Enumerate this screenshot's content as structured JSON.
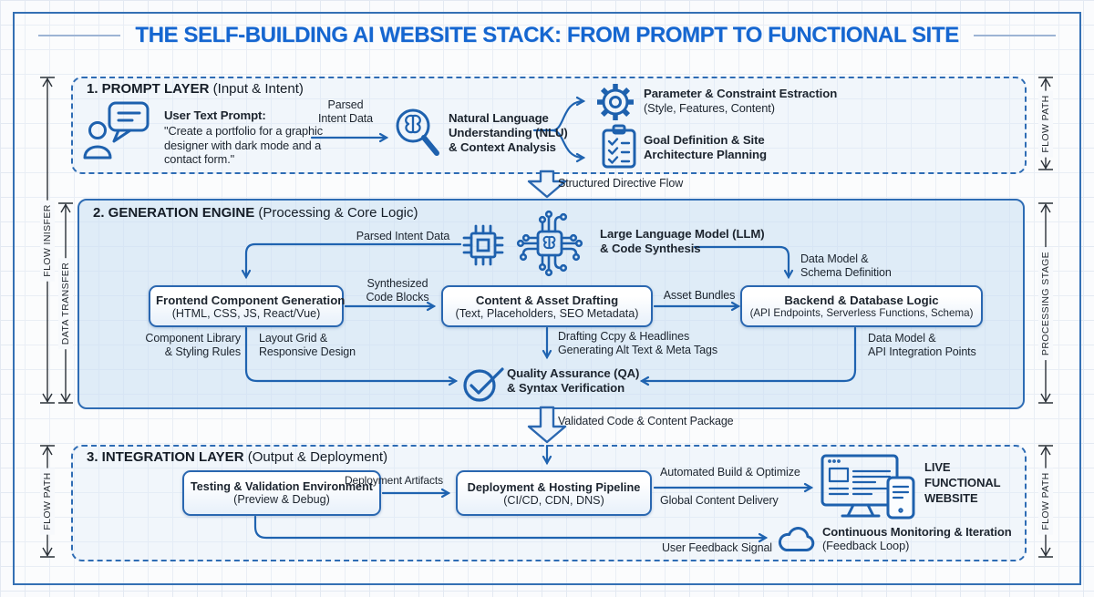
{
  "title": "THE SELF-BUILDING AI WEBSITE STACK: FROM PROMPT TO FUNCTIONAL SITE",
  "colors": {
    "accent_blue": "#1f63b0",
    "title_blue": "#1566d0",
    "engine_fill": "#d9e8f7",
    "ink": "#1c242e"
  },
  "layer1": {
    "heading_bold": "1. PROMPT LAYER",
    "heading_rest": " (Input & Intent)",
    "user_prompt_title": "User Text Prompt:",
    "user_prompt_text": "\"Create a portfolio for a graphic designer with dark mode and a contact form.\"",
    "parsed_arrow_label": "Parsed\nIntent Data",
    "nlu_title": "Natural Language\nUnderstanding (NLU)\n& Context Analysis",
    "branch_parameter_title": "Parameter & Constraint Estraction",
    "branch_parameter_sub": "(Style, Features, Content)",
    "branch_goal_title": "Goal Definition & Site\nArchitecture Planning"
  },
  "flow_prompt_to_engine": "Structured Directive Flow",
  "layer2": {
    "heading_bold": "2. GENERATION ENGINE",
    "heading_rest": " (Processing & Core Logic)",
    "parsed_intent_label": "Parsed Intent Data",
    "llm_title": "Large Language Model (LLM)\n& Code Synthesis",
    "schema_label": "Data Model &\nSchema Definition",
    "frontend_box": {
      "title": "Frontend Component Generation",
      "subtitle": "(HTML, CSS, JS, React/Vue)"
    },
    "content_box": {
      "title": "Content & Asset Drafting",
      "subtitle": "(Text, Placeholders, SEO Metadata)"
    },
    "backend_box": {
      "title": "Backend & Database Logic",
      "subtitle": "(API Endpoints, Serverless Functions, Schema)"
    },
    "synthesized_label": "Synthesized\nCode Blocks",
    "asset_bundles_label": "Asset Bundles",
    "component_library_note": "Component Library\n& Styling Rules",
    "layout_grid_note": "Layout Grid &\nResponsive Design",
    "drafting_note": "Drafting Ccpy & Headlines\nGenerating Alt Text & Meta Tags",
    "api_note": "Data Model &\nAPI Integration Points",
    "qa_title": "Quality Assurance (QA)\n& Syntax Verification"
  },
  "flow_engine_to_integration": "Validated Code & Content Package",
  "layer3": {
    "heading_bold": "3. INTEGRATION LAYER",
    "heading_rest": " (Output & Deployment)",
    "testing_box": {
      "title": "Testing & Validation Environment",
      "subtitle": "(Preview & Debug)"
    },
    "deploy_box": {
      "title": "Deployment & Hosting Pipeline",
      "subtitle": "(CI/CD, CDN, DNS)"
    },
    "deployment_artifacts_label": "Deployment Artifacts",
    "build_label": "Automated Build & Optimize",
    "delivery_label": "Global Content Delivery",
    "live_site_label": "LIVE\nFUNCTIONAL\nWEBSITE",
    "feedback_label": "User Feedback Signal",
    "monitoring_title": "Continuous Monitoring & Iteration",
    "monitoring_sub": "(Feedback Loop)"
  },
  "annotations": {
    "left_span_all": "FLOW INISFER",
    "left_span_engine": "DATA TRANSFER",
    "left_span_integration": "FLOW PATH",
    "right_span_prompt": "FLOW PATH",
    "right_span_engine": "PROCESSING STAGE",
    "right_span_integration": "FLOW PATH"
  }
}
